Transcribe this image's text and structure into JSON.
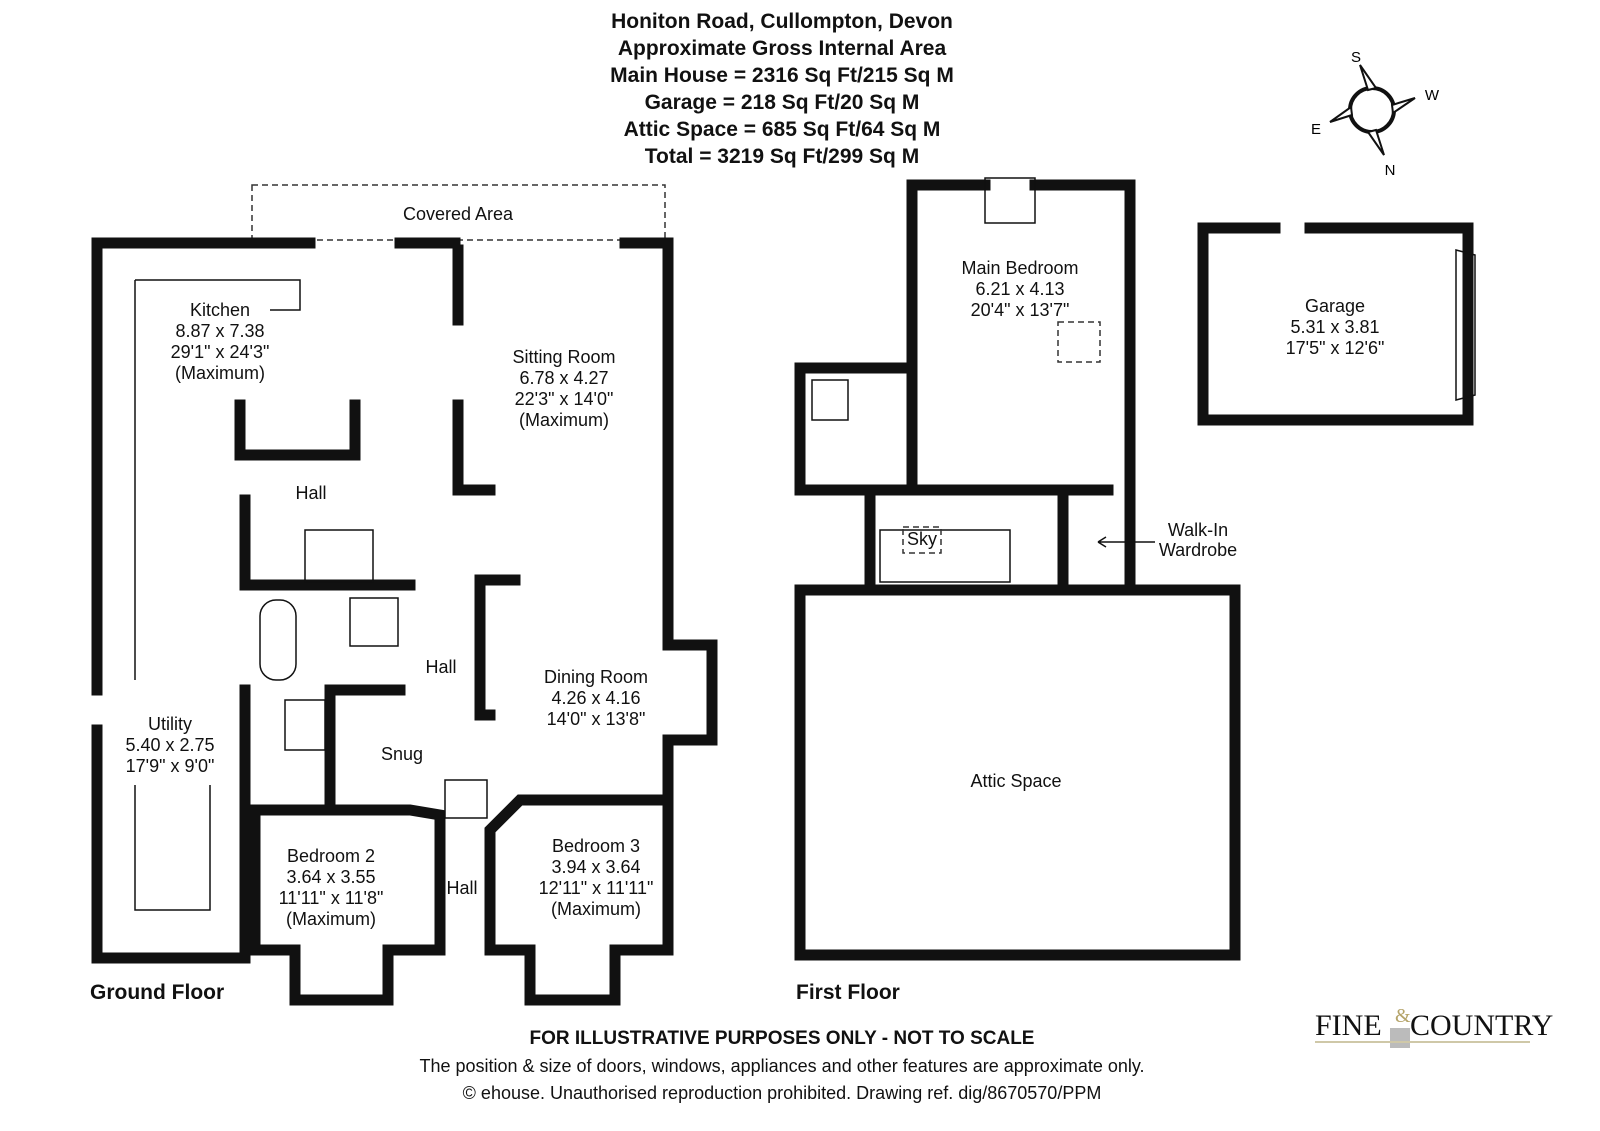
{
  "header": {
    "address": "Honiton Road, Cullompton, Devon",
    "subtitle": "Approximate Gross Internal Area",
    "main_house": "Main House = 2316 Sq Ft/215 Sq M",
    "garage": "Garage = 218 Sq Ft/20 Sq M",
    "attic": "Attic Space = 685 Sq Ft/64 Sq M",
    "total": "Total = 3219 Sq Ft/299 Sq M"
  },
  "compass": {
    "s": "S",
    "w": "W",
    "e": "E",
    "n": "N"
  },
  "ground_floor": {
    "label": "Ground Floor",
    "covered_area": "Covered Area",
    "kitchen": {
      "name": "Kitchen",
      "metric": "8.87 x 7.38",
      "imperial": "29'1\" x 24'3\"",
      "note": "(Maximum)"
    },
    "sitting_room": {
      "name": "Sitting Room",
      "metric": "6.78 x 4.27",
      "imperial": "22'3\" x 14'0\"",
      "note": "(Maximum)"
    },
    "hall_1": "Hall",
    "hall_2": "Hall",
    "hall_3": "Hall",
    "dining_room": {
      "name": "Dining Room",
      "metric": "4.26 x 4.16",
      "imperial": "14'0\" x 13'8\""
    },
    "utility": {
      "name": "Utility",
      "metric": "5.40 x 2.75",
      "imperial": "17'9\" x 9'0\""
    },
    "snug": "Snug",
    "bedroom_2": {
      "name": "Bedroom 2",
      "metric": "3.64 x 3.55",
      "imperial": "11'11\" x 11'8\"",
      "note": "(Maximum)"
    },
    "bedroom_3": {
      "name": "Bedroom 3",
      "metric": "3.94 x 3.64",
      "imperial": "12'11\" x 11'11\"",
      "note": "(Maximum)"
    }
  },
  "first_floor": {
    "label": "First Floor",
    "main_bedroom": {
      "name": "Main Bedroom",
      "metric": "6.21 x 4.13",
      "imperial": "20'4\" x 13'7\""
    },
    "sky": "Sky",
    "walk_in": "Walk-In",
    "wardrobe": "Wardrobe",
    "attic_space": "Attic Space"
  },
  "garage": {
    "name": "Garage",
    "metric": "5.31 x 3.81",
    "imperial": "17'5\" x 12'6\""
  },
  "footer": {
    "disclaimer": "FOR ILLUSTRATIVE PURPOSES ONLY - NOT TO SCALE",
    "note": "The position & size of doors, windows, appliances and other features are approximate only.",
    "copyright": "© ehouse. Unauthorised reproduction prohibited. Drawing ref. dig/8670570/PPM"
  },
  "logo": {
    "text_left": "FINE",
    "amp": "&",
    "text_right": "COUNTRY"
  }
}
